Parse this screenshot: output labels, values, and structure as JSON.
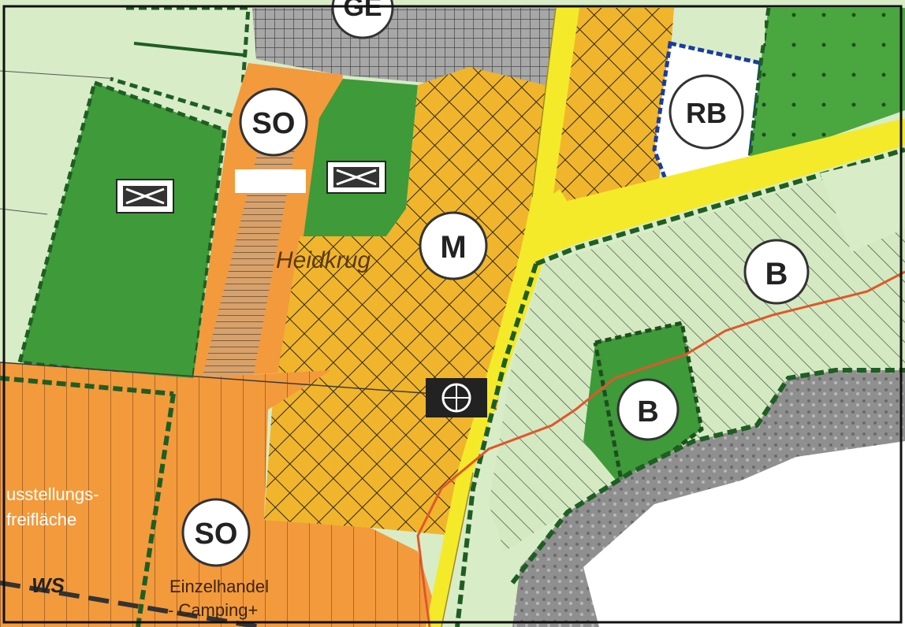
{
  "map": {
    "zone_labels": {
      "so_north": "SO",
      "m": "M",
      "rb": "RB",
      "b_east": "B",
      "b_center": "B",
      "so_south": "SO",
      "cut_top": "GE"
    },
    "place_name": "Heidkrug",
    "text_labels": {
      "ausstellung_1": "usstellungs-",
      "ausstellung_2": "freifläche",
      "einzelhandel_1": "Einzelhandel",
      "einzelhandel_2": "- Camping+",
      "ws": "WS"
    },
    "colors": {
      "orange": "#f39a3c",
      "yellow_orange": "#f0b52c",
      "green_dark": "#3f9a3a",
      "green_light": "#d8ecc7",
      "yellow_road": "#f4ea2a",
      "gray_grid": "#9a9a9a",
      "water_blue": "#1a3ca0",
      "line_red": "#e0572a"
    }
  }
}
